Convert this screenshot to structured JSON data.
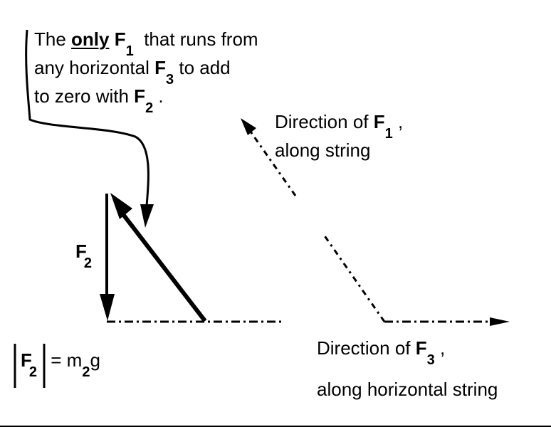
{
  "note": {
    "line1": {
      "a": "The ",
      "only": "only",
      "F": "F",
      "sub": "1",
      "b": "that runs from"
    },
    "line2": {
      "a": "any horizontal ",
      "F": "F",
      "sub": "3",
      "b": "to add"
    },
    "line3": {
      "a": "to zero with ",
      "F": "F",
      "sub": "2",
      "b": "."
    }
  },
  "f1_direction": {
    "a": "Direction of ",
    "F": "F",
    "sub": "1",
    "b": ",",
    "line2": "along string"
  },
  "f3_direction": {
    "a": "Direction of ",
    "F": "F",
    "sub": "3",
    "b": ",",
    "line2": "along horizontal string"
  },
  "f2_label": {
    "F": "F",
    "sub": "2"
  },
  "magnitude": {
    "F": "F",
    "sub": "2",
    "eq": "= m",
    "msub": "2",
    "g": "g"
  }
}
